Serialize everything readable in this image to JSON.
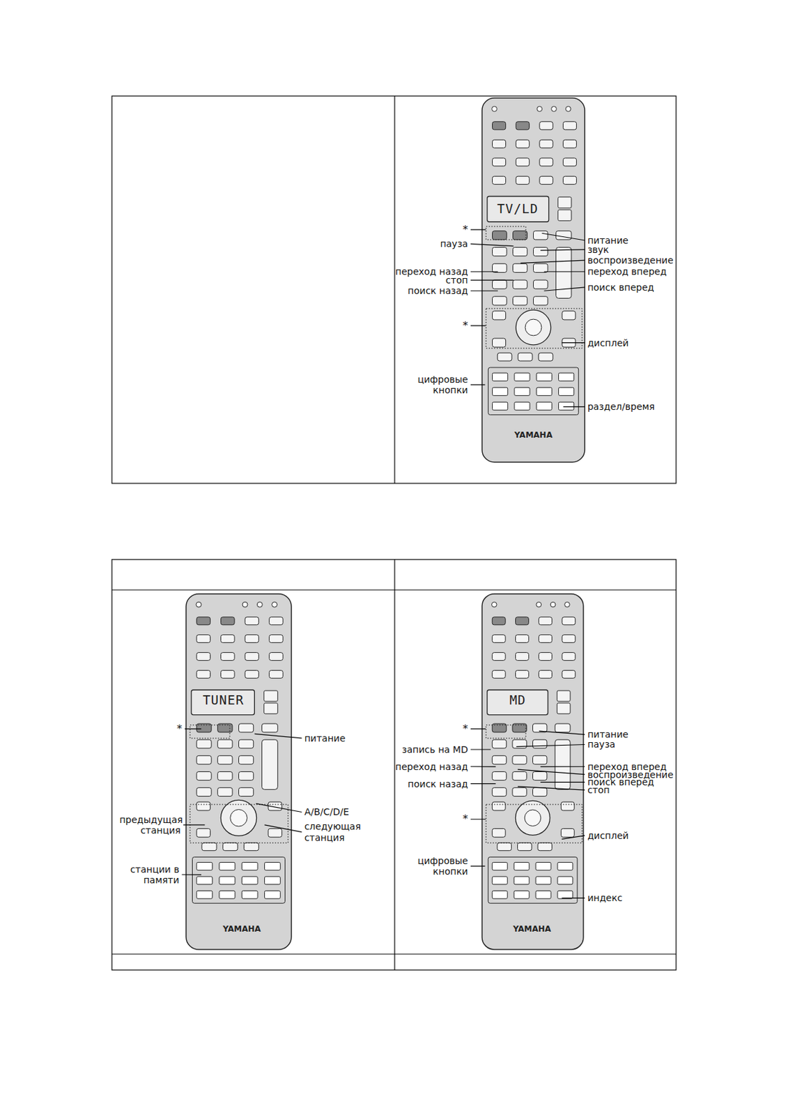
{
  "diagram": {
    "labels": [
      "TV/LD",
      "*",
      "питание",
      "пауза",
      "звук",
      "воспроизведение",
      "переход назад",
      "переход вперед",
      "стоп",
      "поиск назад",
      "поиск вперед",
      "*",
      "дисплей",
      "цифровые кнопки",
      "раздел/время",
      "YAMAHA",
      "TUNER",
      "*",
      "питание",
      "A/B/C/D/E",
      "предыдущая станция",
      "следующая станция",
      "станции в памяти",
      "YAMAHA",
      "MD",
      "*",
      "питание",
      "пауза",
      "запись на MD",
      "переход назад",
      "переход вперед",
      "воспроизведение",
      "поиск назад",
      "поиск вперед",
      "стоп",
      "*",
      "дисплей",
      "цифровые кнопки",
      "индекс",
      "YAMAHA"
    ]
  }
}
